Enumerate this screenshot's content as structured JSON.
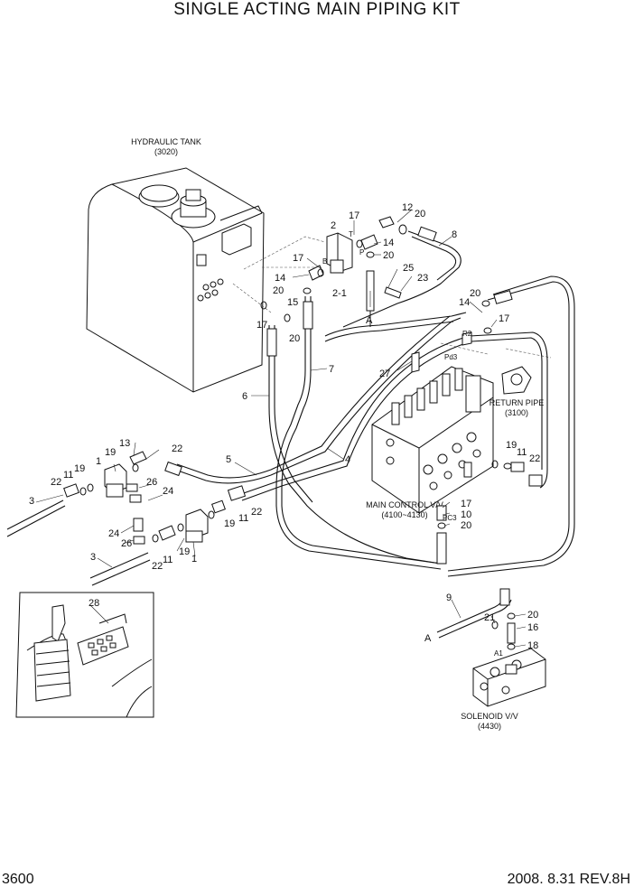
{
  "title": "SINGLE ACTING MAIN PIPING KIT",
  "page_number": "3600",
  "revision": "2008. 8.31  REV.8H",
  "colors": {
    "line": "#111111",
    "background": "#ffffff"
  },
  "captions": {
    "hydraulic_tank": "HYDRAULIC TANK",
    "hydraulic_tank_code": "(3020)",
    "return_pipe": "RETURN PIPE",
    "return_pipe_code": "(3100)",
    "main_control": "MAIN CONTROL V/V",
    "main_control_code": "(4100~4130)",
    "solenoid": "SOLENOID V/V",
    "solenoid_code": "(4430)"
  },
  "port_marks": {
    "b": "B",
    "t": "T",
    "p": "P",
    "r2": "R2",
    "pd3": "Pd3",
    "pc3": "PC3",
    "a1": "A1",
    "a_top": "A",
    "a_bottom": "A"
  },
  "callouts": {
    "c12": "12",
    "c20a": "20",
    "c8": "8",
    "c17a": "17",
    "c2": "2",
    "c14a": "14",
    "c20b": "20",
    "c17b": "17",
    "c14b": "14",
    "c25": "25",
    "c23": "23",
    "c20c": "20",
    "c15": "15",
    "c2_1": "2-1",
    "c17c": "17",
    "c20d": "20",
    "c14c": "14",
    "c20e": "20",
    "c17d": "17",
    "c7": "7",
    "c27": "27",
    "c6": "6",
    "c5": "5",
    "c4": "4",
    "c19a": "19",
    "c11a": "11",
    "c22a": "22",
    "c13": "13",
    "c1a": "1",
    "c19b": "19",
    "c22b": "22",
    "c22c": "22",
    "c11b": "11",
    "c19c": "19",
    "c26a": "26",
    "c24a": "24",
    "c3a": "3",
    "c19d": "19",
    "c11c": "11",
    "c22d": "22",
    "c24b": "24",
    "c26b": "26",
    "c3b": "3",
    "c22e": "22",
    "c11d": "11",
    "c19e": "19",
    "c1b": "1",
    "c17e": "17",
    "c10": "10",
    "c20f": "20",
    "c28": "28",
    "c9": "9",
    "c20g": "20",
    "c21": "21",
    "c16": "16",
    "c18": "18"
  },
  "inset_label": "28"
}
